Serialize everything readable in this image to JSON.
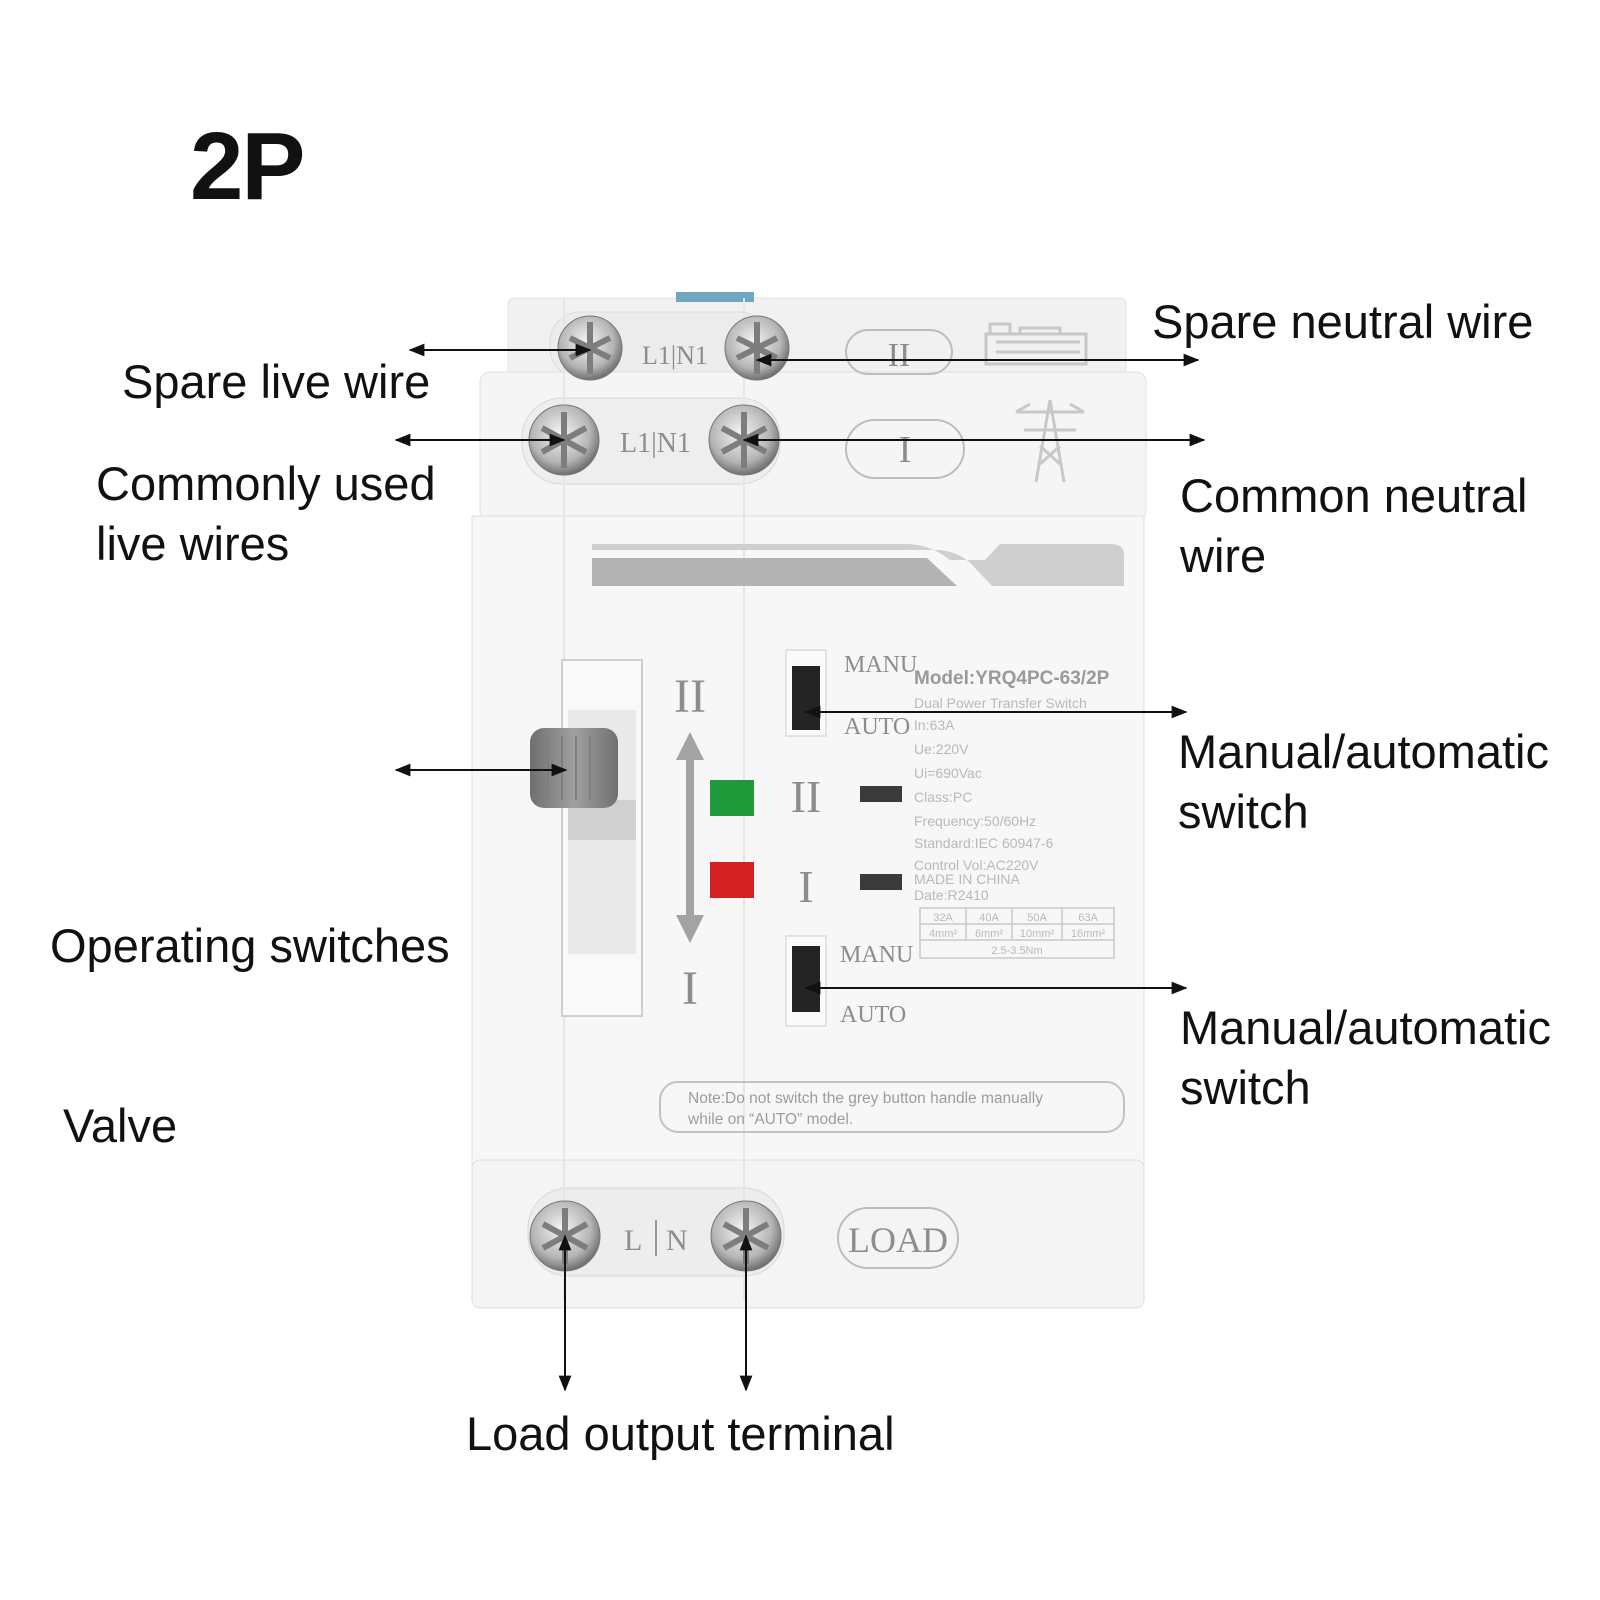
{
  "title": "2P",
  "labels": {
    "spare_live": "Spare live wire",
    "spare_neutral": "Spare neutral wire",
    "common_live": [
      "Commonly used",
      "live wires"
    ],
    "common_neutral": [
      "Common neutral",
      "wire"
    ],
    "operating": [
      "Operating switches",
      " Valve"
    ],
    "manual_auto_top": [
      "Manual/automatic",
      "switch"
    ],
    "manual_auto_bottom": [
      "Manual/automatic",
      "switch"
    ],
    "load_output": "Load output terminal"
  },
  "device": {
    "terminal_spare": "L1|N1",
    "terminal_common": "L1|N1",
    "terminal_load_l": "L",
    "terminal_load_n": "N",
    "badge_spare": "II",
    "badge_common": "I",
    "badge_load": "LOAD",
    "handle_top": "II",
    "handle_bottom": "I",
    "indicator_top": "II",
    "indicator_bottom": "I",
    "manu_top": "MANU",
    "auto_top": "AUTO",
    "manu_bottom": "MANU",
    "auto_bottom": "AUTO",
    "model": "Model:YRQ4PC-63/2P",
    "specs": [
      "Dual Power Transfer Switch",
      "In:63A",
      "Ue:220V",
      "Ui=690Vac",
      "Class:PC",
      "Frequency:50/60Hz",
      "Standard:IEC 60947-6",
      "Control Vol:AC220V",
      "MADE IN CHINA",
      "Date:R2410"
    ],
    "table_currents": [
      "32A",
      "40A",
      "50A",
      "63A"
    ],
    "table_sections": [
      "4mm²",
      "6mm²",
      "10mm²",
      "16mm²"
    ],
    "table_torque": "2.5-3.5Nm",
    "note_line1": "Note:Do not switch the grey button handle manually",
    "note_line2": "while on  “AUTO”  model.",
    "colors": {
      "indicator_green": "#1f9a3a",
      "indicator_red": "#d42020",
      "handle_grey": "#8a8a8a"
    }
  }
}
